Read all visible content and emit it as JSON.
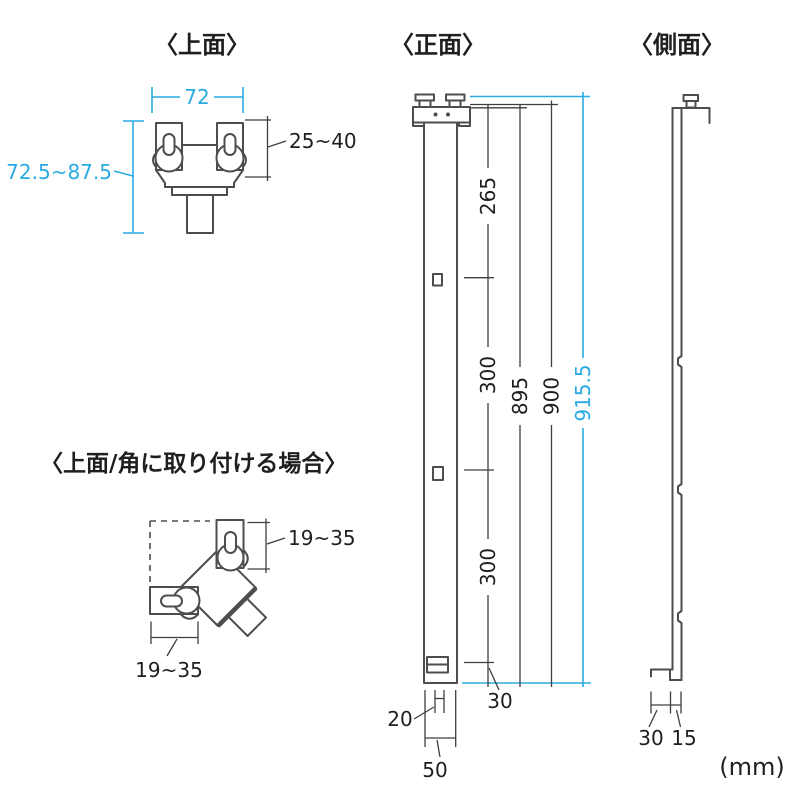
{
  "unit_label": "(mm)",
  "colors": {
    "accent": "#29abe2",
    "outline": "#4d4d4d",
    "text": "#1f1f1f"
  },
  "views": {
    "top": {
      "title": "〈上面〉",
      "dims": {
        "width": "72",
        "plate_range": "25~40",
        "clamp_range": "72.5~87.5"
      }
    },
    "front": {
      "title": "〈正面〉",
      "dims": {
        "seg_top": "265",
        "seg_mid": "300",
        "seg_low": "300",
        "bottom_gap": "30",
        "len_a": "895",
        "len_b": "900",
        "len_total": "915.5",
        "foot_inner": "20",
        "foot_outer": "50"
      }
    },
    "side": {
      "title": "〈側面〉",
      "dims": {
        "foot_depth": "30",
        "thickness": "15"
      }
    },
    "corner": {
      "title": "〈上面/角に取り付ける場合〉",
      "dims": {
        "range_top": "19~35",
        "range_side": "19~35"
      }
    }
  }
}
